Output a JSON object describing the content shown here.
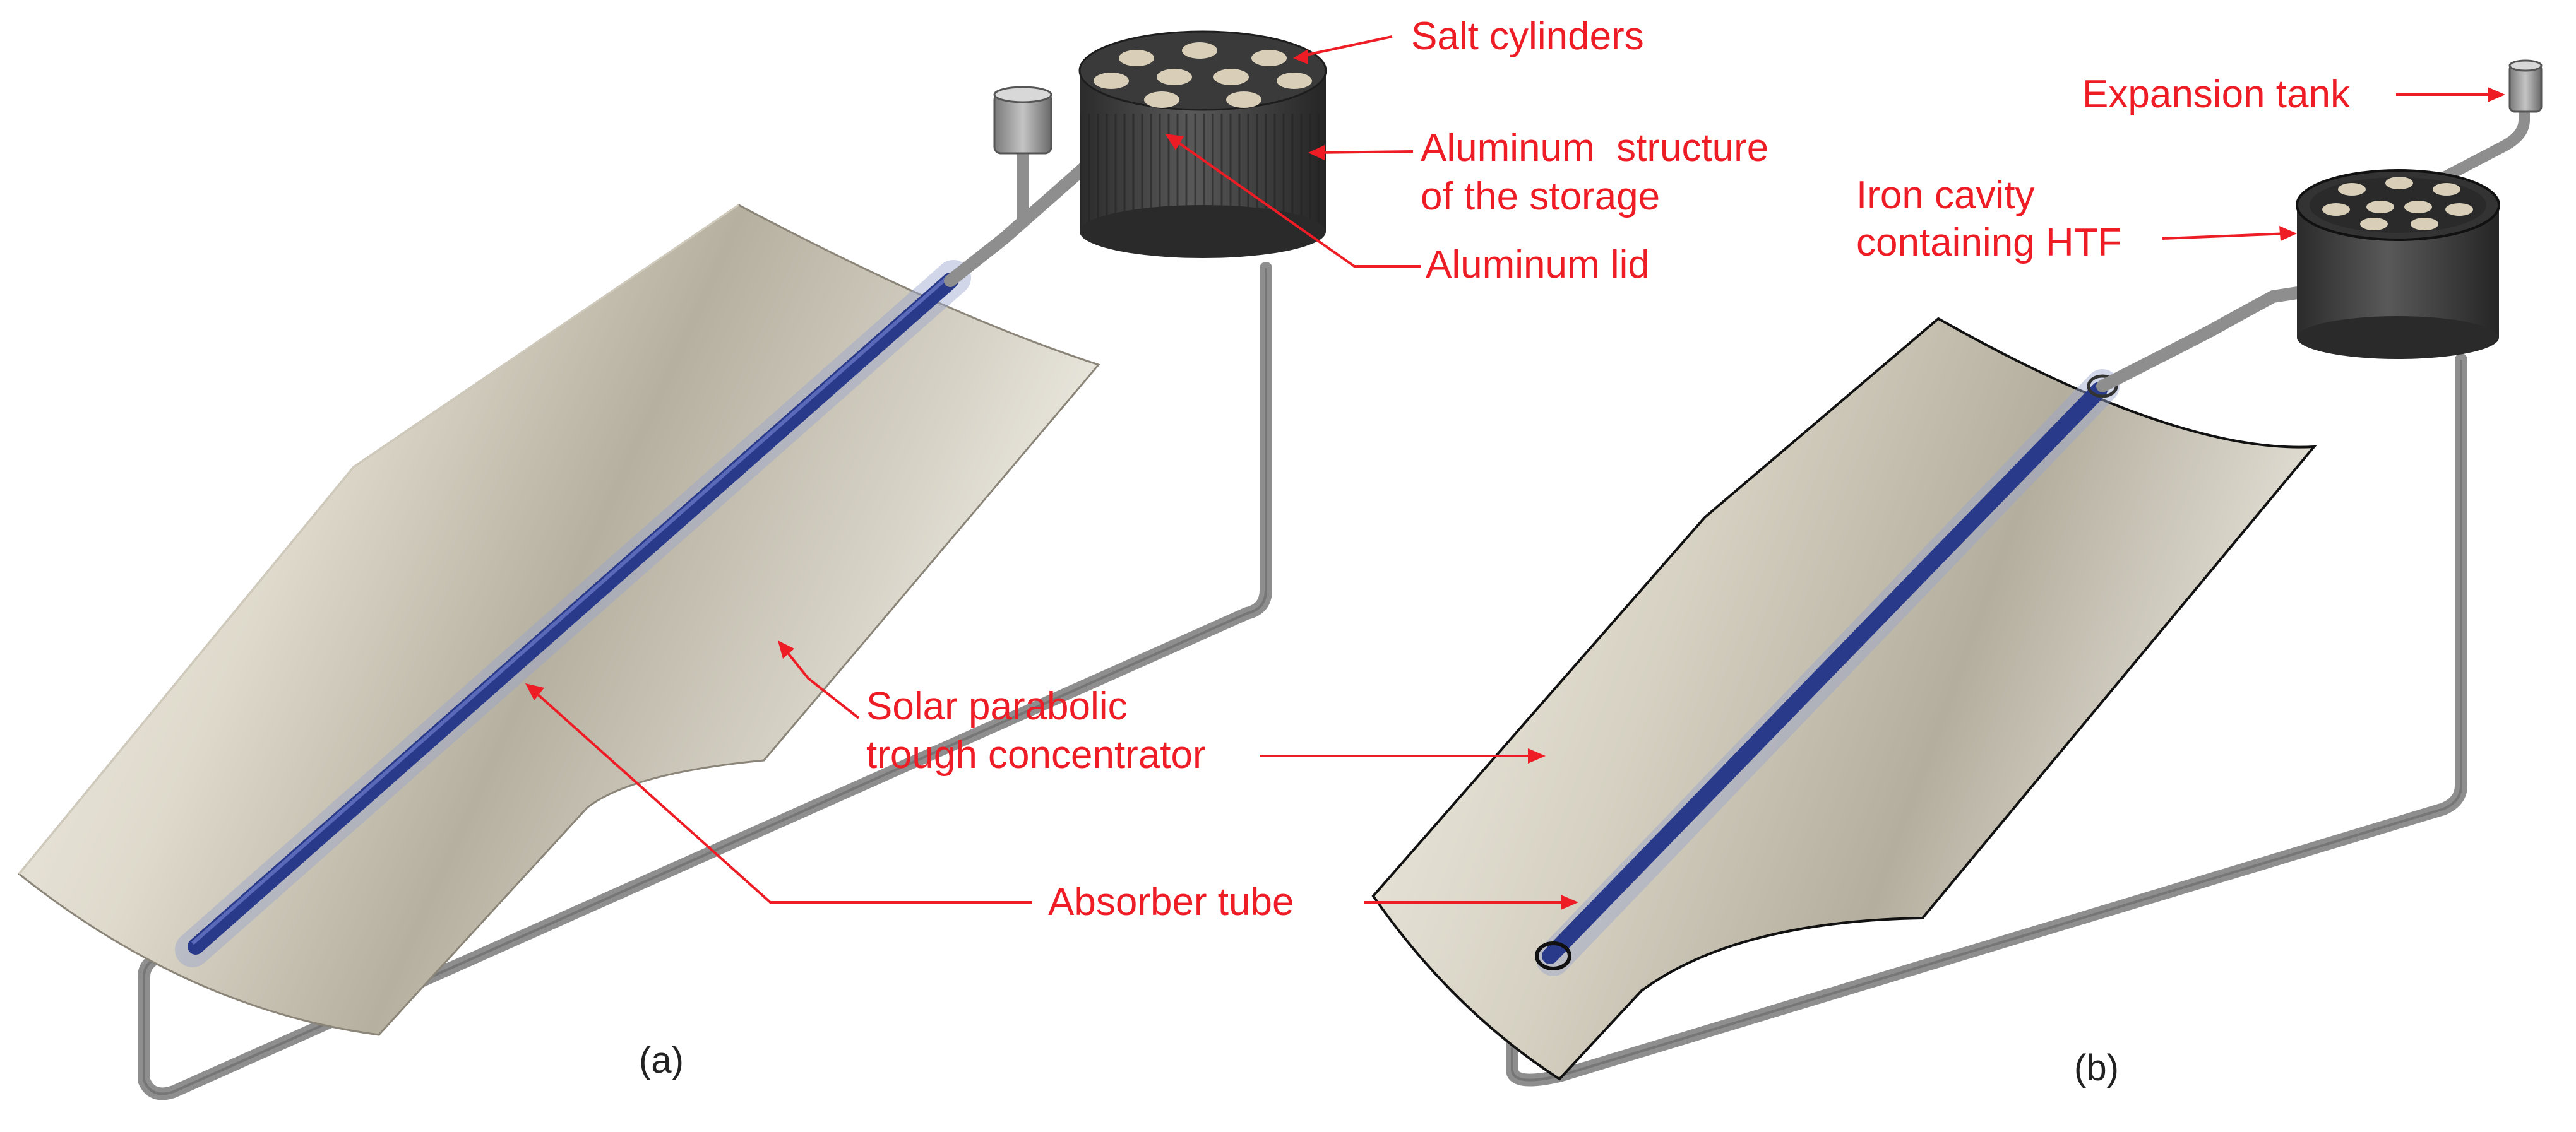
{
  "colors": {
    "label": "#ee1c25",
    "leader": "#ee1c25",
    "pipe": "#8e8e8e",
    "pipe_dark": "#5e5e5e",
    "tube": "#2a3a8a",
    "tank": "#3a3a3a",
    "salt": "#d9cfb8",
    "trough_light": "#f4f1e8",
    "trough_mid": "#bdb6a6"
  },
  "labels": {
    "salt_cylinders": "Salt cylinders",
    "aluminum_structure_line1": "Aluminum  structure",
    "aluminum_structure_line2": "of the storage",
    "aluminum_lid": "Aluminum lid",
    "solar_trough_line1": "Solar parabolic",
    "solar_trough_line2": "trough concentrator",
    "absorber_tube": "Absorber tube",
    "expansion_tank": "Expansion tank",
    "iron_cavity_line1": "Iron cavity",
    "iron_cavity_line2": "containing HTF"
  },
  "captions": {
    "a": "(a)",
    "b": "(b)"
  },
  "icons": {
    "leader_arrow": "arrowhead-icon"
  }
}
